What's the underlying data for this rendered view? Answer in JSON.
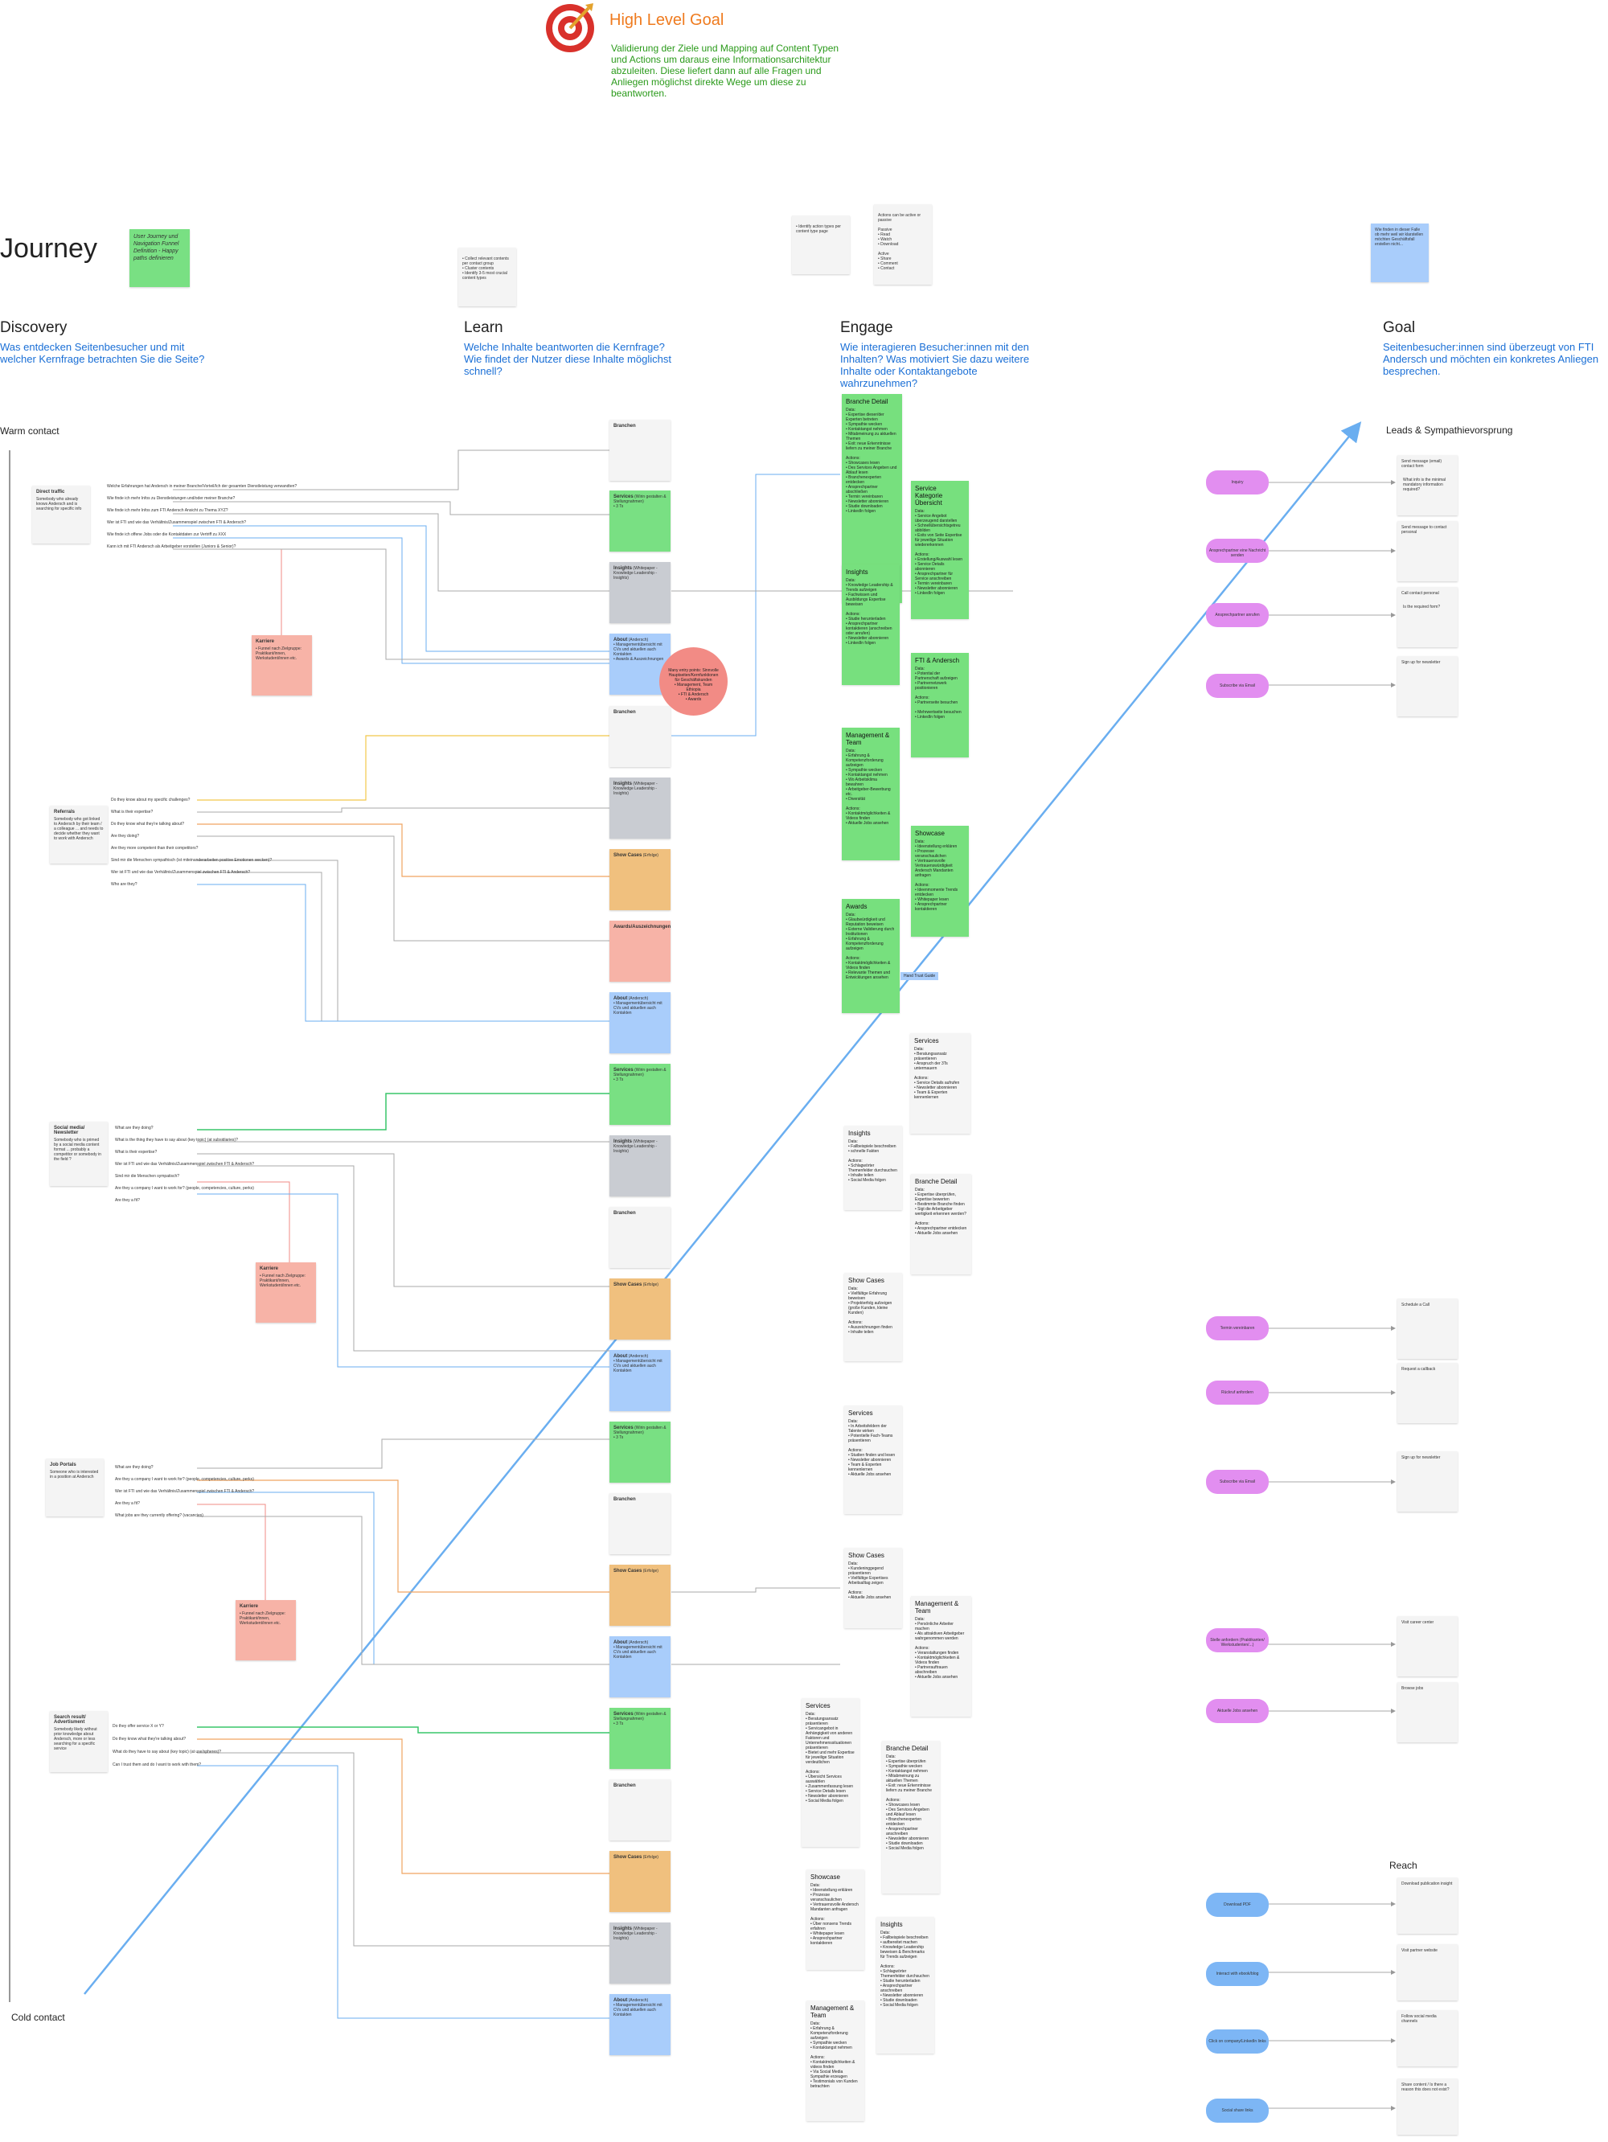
{
  "header": {
    "goal_title": "High Level Goal",
    "goal_text": "Validierung der Ziele und Mapping auf Content Typen und Actions um daraus eine Informationsarchitektur abzuleiten. Diese liefert dann auf alle Fragen und Anliegen möglichst direkte Wege um diese zu beantworten."
  },
  "journey": {
    "title": "Journey",
    "sticky": "User Journey und Navigation Funnel Definition - Happy paths definieren"
  },
  "columns": {
    "discovery": {
      "title": "Discovery",
      "sub": "Was entdecken Seitenbesucher und mit welcher Kernfrage betrachten Sie die Seite?"
    },
    "learn": {
      "title": "Learn",
      "sub": "Welche Inhalte beantworten die Kernfrage? Wie findet der Nutzer diese Inhalte möglichst schnell?"
    },
    "engage": {
      "title": "Engage",
      "sub": "Wie interagieren Besucher:innen mit den Inhalten? Was motiviert Sie dazu weitere Inhalte oder Kontaktangebote wahrzunehmen?"
    },
    "goal": {
      "title": "Goal",
      "sub": "Seitenbesucher:innen sind überzeugt von FTI Andersch und möchten ein konkretes Anliegen besprechen."
    }
  },
  "labels": {
    "warm": "Warm contact",
    "cold": "Cold contact",
    "leads": "Leads & Sympathievorsprung",
    "reach": "Reach"
  },
  "top_notes": {
    "learn_note": "• Collect relevant contents per contact group\n• Cluster contents\n• Identify 3-5 most crucial content types",
    "engage_note1": "• Identify action types per content type page",
    "engage_note2": "Actions can be active or passive\n\nPassive\n• Read\n• Watch\n• Download\n\nActive\n• Share\n• Comment\n• Contact",
    "goal_note": "Wie finden in dieser Falle ob mehr weil wir klarstellen möchten Geschäftsfall erstellen nicht..."
  },
  "personas": [
    {
      "title": "Direct traffic",
      "text": "Somebody who already knows Andersch and is searching for specific info"
    },
    {
      "title": "Referrals",
      "text": "Somebody who got linked to Andersch by their team / a colleague ... and needs to decide whether they want to work with Andersch"
    },
    {
      "title": "Social media/ Newsletter",
      "text": "Somebody who is primed by a social media content format ... probably a competitor or somebody in the field ?"
    },
    {
      "title": "Job Portals",
      "text": "Someone who is interested in a position at Andersch"
    },
    {
      "title": "Search result/ Advertisment",
      "text": "Somebody likely without prior knowledge about Andersch, more or less searching for a specific service"
    }
  ],
  "questions": {
    "direct": [
      "Welche Erfahrungen hat Andersch in meiner Branche/Vorteil/Ich der gesamten Dienstleistung verwandten?",
      "Wie finde ich mehr Infos zu Dienstleistungen und/oder meiner Branche?",
      "Wie finde ich mehr Infos zum FTI Andersch Ansicht zu Thema XYZ?",
      "Wer ist FTI und wie das Verhältnis/Zusammenspiel zwischen FTI & Andersch?",
      "Wie finde ich offene Jobs oder die Kontaktdaten zur Vertriff zu XXX",
      "Kann ich mit FTI Andersch als Arbeitgeber vorstellen (Juniors & Senior)?"
    ],
    "referrals": [
      "Do they know about my specific challenges?",
      "What is their expertise?",
      "Do they know what they're talking about?",
      "Are they doing?",
      "Are they more competent than their competitors?",
      "Sind mir die Menschen sympathisch (ist miteinanderarbeiten positive Emotionen wecken)?",
      "Wer ist FTI und wie das Verhältnis/Zusammenspiel zwischen FTI & Andersch?",
      "Who are they?"
    ],
    "social": [
      "What are they doing?",
      "What is the thing they have to say about (key topic) (at subsidiaries)?",
      "What is their expertise?",
      "Wer ist FTI und wie das Verhältnis/Zusammenspiel zwischen FTI & Andersch?",
      "Sind mir die Menschen sympatisch?",
      "Are they a company I want to work for? (people, competencies, culture, perks)",
      "Are they a fit?"
    ],
    "jobs": [
      "What are they doing?",
      "Are they a company I want to work for? (people, competencies, culture, perks)",
      "Wer ist FTI und wie das Verhältnis/Zusammenspiel zwischen FTI & Andersch?",
      "Are they a fit?",
      "What jobs are they currently offering? (vacancies)"
    ],
    "search": [
      "Do they offer service X or Y?",
      "Do they know what they're talking about?",
      "What do they have to say about (key topic) (at use/spheres)?",
      "Can I trust them and do I want to work with them?"
    ]
  },
  "learn_notes": [
    {
      "title": "Branchen",
      "text": "",
      "color": "white"
    },
    {
      "title": "Services",
      "text": "(Wirin gestalten & Stellungnahmen)\n• 3 Ts",
      "color": "green"
    },
    {
      "title": "Insights",
      "text": "(Whitepaper - Knowledge Leadership - Insights)",
      "color": "grey"
    },
    {
      "title": "About",
      "text": "(Andersch)\n• Managementübersicht mit CVs und aktuellen auch Kontakten\n• Awards & Auszeichnungen",
      "color": "blue"
    },
    {
      "title": "Branchen",
      "text": "",
      "color": "white"
    },
    {
      "title": "Insights",
      "text": "(Whitepaper - Knowledge Leadership - Insights)",
      "color": "grey"
    },
    {
      "title": "Show Cases",
      "text": "(Erfolge)",
      "color": "orange"
    },
    {
      "title": "Awards/Auszeichnungen",
      "text": "",
      "color": "salmon"
    },
    {
      "title": "About",
      "text": "(Andersch)\n• Managementübersicht mit CVs und aktuellen auch Kontakten",
      "color": "blue"
    },
    {
      "title": "Services",
      "text": "(Wirin gestalten & Stellungnahmen)\n• 3 Ts",
      "color": "green"
    },
    {
      "title": "Insights",
      "text": "(Whitepaper - Knowledge Leadership - Insights)",
      "color": "grey"
    },
    {
      "title": "Branchen",
      "text": "",
      "color": "white"
    },
    {
      "title": "Show Cases",
      "text": "(Erfolge)",
      "color": "orange"
    },
    {
      "title": "About",
      "text": "(Andersch)\n• Managementübersicht mit CVs und aktuellen auch Kontakten",
      "color": "blue"
    },
    {
      "title": "Services",
      "text": "(Wirin gestalten & Stellungnahmen)\n• 3 Ts",
      "color": "green"
    },
    {
      "title": "Branchen",
      "text": "",
      "color": "white"
    },
    {
      "title": "Show Cases",
      "text": "(Erfolge)",
      "color": "orange"
    },
    {
      "title": "About",
      "text": "(Andersch)\n• Managementübersicht mit CVs und aktuellen auch Kontakten",
      "color": "blue"
    },
    {
      "title": "Services",
      "text": "(Wirin gestalten & Stellungnahmen)\n• 3 Ts",
      "color": "green"
    },
    {
      "title": "Branchen",
      "text": "",
      "color": "white"
    },
    {
      "title": "Show Cases",
      "text": "(Erfolge)",
      "color": "orange"
    },
    {
      "title": "Insights",
      "text": "(Whitepaper - Knowledge Leadership - Insights)",
      "color": "grey"
    },
    {
      "title": "About",
      "text": "(Andersch)\n• Managementübersicht mit CVs und aktuellen auch Kontakten",
      "color": "blue"
    }
  ],
  "karriere": {
    "title": "Karriere",
    "text": "• Funnel nach Zielgruppe: Praktikant/innen, Werkstudent/innen etc."
  },
  "circle": "Many entry points: Sinnvolle Hauptseiten/Kernfunktionen für Geschäftskunden\n• Management, Team Ethiopia\n• FTI & Andersch\n• Awards",
  "engage_cards": [
    {
      "title": "Branche Detail",
      "body": "Data:\n• Expertise dieser/der Experten betreten\n• Sympathie wecken\n• Kontaktangst nehmen\n• Mitabmeinung zu aktuellen Themen\n• Exit: neue Erkenntnisse liefern zu meiner Branche\n\nActions:\n• Showcases lesen\n• Des Services Angeben und Ablauf lesen\n• Branchenexperten entdecken\n• Ansprechpartner abschließen\n• Termin vereinbaren\n• Newsletter abonnieren\n• Studie downloaden\n• LinkedIn folgen"
    },
    {
      "title": "Service Kategorie Übersicht",
      "body": "Data:\n• Service Angebot überzeugend darstellen\n• Schnellübersichtsgetreu abbilden\n• Exits von Seite Expertise für jeweilige Situation wiedererkennen\n\nActions:\n• Erstellung/Auswahl lesen\n• Service Details abonnieren\n• Ansprechpartner für Service anschreiben\n• Termin vereinbaren\n• Newsletter abonnieren\n• LinkedIn folgen"
    },
    {
      "title": "Insights",
      "body": "Data:\n• Knowledge Leadership & Trends aufzeigen\n• Fachwissen und Ausbildungs Expertise beweisen\n\nActions:\n• Studie herunterladen\n• Ansprechpartner kontaktieren (anschreiben oder anrufen)\n• Newsletter abonnieren\n• LinkedIn folgen"
    },
    {
      "title": "FTI & Andersch",
      "body": "Data:\n• Potential der Partnerschaft aufzeigen\n• Partnernetzwerk positionieren\n\nActions:\n• Partnerseite besuchen\n\n• Mehrwertseite besuchen\n• LinkedIn folgen"
    },
    {
      "title": "Management & Team",
      "body": "Data:\n• Erfahrung & Kompetenzforderung aufzeigen\n• Sympathie wecken\n• Kontaktangst nehmen\n• Wo Arbeitsklima bewahren\n• Arbeitgeber-Bewerbung etc.\n• Diversität\n\nActions:\n• Kontaktmöglichkeiten & Videos finden\n• Aktuelle Jobs ansehen"
    },
    {
      "title": "Showcase",
      "body": "Data:\n• Ideenstellung erklären\n• Prozesse veranschaulichen\n• Vertrauensvolle Vertrauenswürdigkeit Andersch Mandanten anfragen\n\nActions:\n• Ideenmomente Trends entdecken\n• Whitepaper lesen\n• Ansprechpartner kontaktieren"
    },
    {
      "title": "Awards",
      "body": "Data:\n• Glaubwürdigkeit und Reputation beweisen\n• Externe Validierung durch Institutionen\n• Erfahrung & Kompetenzforderung aufzeigen\n\nActions:\n• Kontaktmöglichkeiten & Videos finden\n• Relevante Themen und Entwicklungen ansehen"
    },
    {
      "title": "Services",
      "body": "Data:\n• Beratungsansatz präsentieren\n• Anspruch der 3Ts untermauern\n\nActions:\n• Service Details aufrufen\n• Newsletter abonnieren\n• Team & Experten kennenlernen"
    },
    {
      "title": "Insights",
      "body": "Data:\n• Fallbeispiele beschreiben\n• schnelle Fakten\n\nActions:\n• Schlagwörter Themenfelder durchsuchen\n• Inhalte teilen\n• Social Media folgen"
    },
    {
      "title": "Branche Detail",
      "body": "Data:\n• Expertise überprüfen, Expertise bewerten\n• Bestimmte Branche finden\n• Sigt die Arbeitgeber wertigkeit erkennen werden?\n\nActions:\n• Ansprechpartner entdecken\n• Aktuelle Jobs ansehen"
    },
    {
      "title": "Show Cases",
      "body": "Data:\n• Vielfältige Erfahrung beweisen\n• Projekterfolg aufzeigen (große Kunden, kleine Kunden)\n\nActions:\n• Auszeichnungen finden\n• Inhalte teilen"
    },
    {
      "title": "Services",
      "body": "Data:\n• In Arbeitsfeldern der Talente wirken\n• Potentielle Fach-Teams präsentieren\n\nActions:\n• Studien finden und lesen\n• Newsletter abonnieren\n• Team & Experten kennenlernen\n• Aktuelle Jobs ansehen"
    },
    {
      "title": "Show Cases",
      "body": "Data:\n• Kundeninggegend präsentieren\n• Vielfältige Expertises Arbeitsalltag zeigen\n\nActions:\n• Aktuelle Jobs ansehen"
    },
    {
      "title": "Management & Team",
      "body": "Data:\n• Persönliche Arbeiter machen\n• Als attraktiven Arbeitgeber wahrgenommen werden\n\nActions:\n• Veranstaltungen finden\n• Kontaktmöglichkeiten & Videos finden\n• Partnerauftrauen abschreiben\n• Aktuelle Jobs ansehen"
    },
    {
      "title": "Services",
      "body": "Data:\n• Beratungsansatz präsentieren\n• Servicangebot in Anhängigkeit von anderen Faktoren und Unternehmenssituationen präsentieren\n• Bietet und mehr Expertise für jeweilige Situation verdeutlichen\n\nActions:\n• Übersicht Services auswählen\n• Zusammenfassung lesen\n• Service Details lesen\n• Newsletter abonnieren\n• Social Media folgen"
    },
    {
      "title": "Branche Detail",
      "body": "Data:\n• Expertise überprüfen\n• Sympathie wecken\n• Kontaktangst nehmen\n• Mitabmeinung zu aktuellen Themen\n• Exit: neue Erkenntnisse liefern zu meiner Branche\n\nActions:\n• Showcases lesen\n• Des Services Angeben und Ablauf lesen\n• Branchenexperten entdecken\n• Ansprechpartner anschreiben\n• Newsletter abonnieren\n• Studie downloaden\n• Social Media folgen"
    },
    {
      "title": "Showcase",
      "body": "Data:\n• Ideenstellung erklären\n• Prozesse veranschaulichen\n• Vertrauensvolle Andersch Mandanten anfragen\n\nActions:\n• Über nonsens Trends erfahren\n• Whitepaper lesen\n• Ansprechpartner kontaktieren"
    },
    {
      "title": "Insights",
      "body": "Data:\n• Fallbeispiele beschreiben\n• aufbereitet machen\n• Knowledge Leadership beweisen & Benchmarks für Trends aufzeigen\n\nActions:\n• Schlagwörter Themenfelder durchsuchen\n• Studie herunterladen\n• Ansprechpartner anschreiben\n• Newsletter abonnieren\n• Studie downloaden\n• Social Media folgen"
    },
    {
      "title": "Management & Team",
      "body": "Data:\n• Erfahrung & Kompetenzforderung aufzeigen\n• Sympathie wecken\n• Kontaktangst nehmen\n\nActions:\n• Kontaktmöglichkeiten & videos finden\n• Via Social Media Sympathie erzeugen\n• Testimonials von Kunden betrachten"
    }
  ],
  "tag_label": "Hand Trust Guide",
  "goal_pills": [
    {
      "label": "Inquiry",
      "note": "Send message (email) contact form",
      "color": "pink"
    },
    {
      "label": "Ansprechpartner eine Nachricht senden",
      "note": "Send message to contact personal",
      "color": "pink"
    },
    {
      "label": "Ansprechpartner anrufen",
      "note": "Call contact personal",
      "color": "pink"
    },
    {
      "label": "Subscribe via Email",
      "note": "Sign up for newsletter",
      "color": "pink"
    },
    {
      "label": "Termin vereinbaren",
      "note": "Schedule a Call",
      "color": "pink"
    },
    {
      "label": "Rückruf anfordern",
      "note": "Request a callback",
      "color": "pink"
    },
    {
      "label": "Subscribe via Email",
      "note": "Sign up for newsletter",
      "color": "pink"
    },
    {
      "label": "Stelle anfordern (Praktikanten/ Werkstudenten/...)",
      "note": "Visit career center",
      "color": "pink"
    },
    {
      "label": "Aktuelle Jobs ansehen",
      "note": "Browse jobs",
      "color": "pink"
    }
  ],
  "goal_notes_extra": [
    "What info is the minimal mandatory information required?",
    "Is the required form?"
  ],
  "reach_pills": [
    {
      "label": "Download PDF",
      "note": "Download publication insight",
      "color": "blue"
    },
    {
      "label": "Interact with ebook/blog",
      "note": "Visit partner website",
      "color": "blue"
    },
    {
      "label": "Click on company/LinkedIn links",
      "note": "Follow social media channels",
      "color": "blue"
    },
    {
      "label": "Social share links",
      "note": "Share content / Is there a reason this does not exist?",
      "color": "blue"
    }
  ]
}
